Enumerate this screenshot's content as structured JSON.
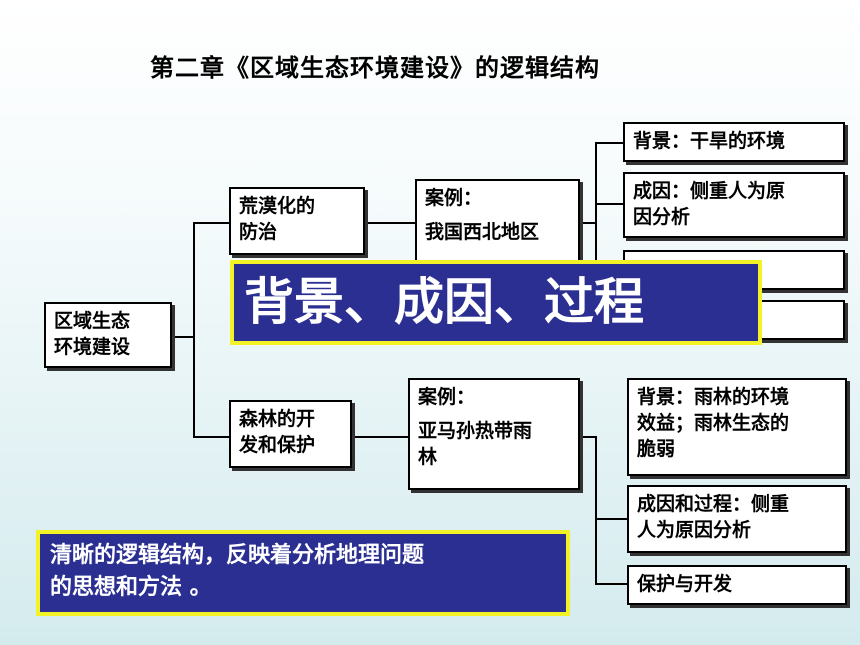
{
  "title": "第二章《区域生态环境建设》的逻辑结构",
  "root": [
    "区域生态",
    "环境建设"
  ],
  "branch1": {
    "topic": [
      "荒漠化的",
      "防治"
    ],
    "case": [
      "案例：",
      "我国西北地区"
    ],
    "items": [
      [
        "背景：干旱的环境"
      ],
      [
        "成因：侧重人为原",
        "因分析"
      ]
    ]
  },
  "branch2": {
    "topic": [
      "森林的开",
      "发和保护"
    ],
    "case": [
      "案例：",
      "亚马孙热带雨",
      "林"
    ],
    "items": [
      [
        "背景：雨林的环境",
        "效益；雨林生态的",
        "脆弱"
      ],
      [
        "成因和过程：侧重",
        "人为原因分析"
      ],
      [
        "保护与开发"
      ]
    ]
  },
  "banner": "背景、成因、过程",
  "note": [
    "清晰的逻辑结构，反映着分析地理问题",
    "的思想和方法 。"
  ],
  "colors": {
    "banner_bg": "#2b2f92",
    "banner_border": "#f2f226",
    "text": "#000000"
  }
}
